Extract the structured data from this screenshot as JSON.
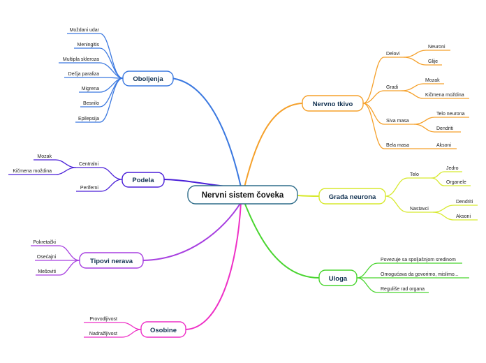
{
  "center": {
    "label": "Nervni sistem čoveka"
  },
  "colors": {
    "center": "#2f6d8a",
    "oboljenja": "#3a78e0",
    "podela": "#4a1fd8",
    "tipovi": "#a73fe0",
    "osobine": "#ee2fc6",
    "nervno": "#f5a02a",
    "gradja": "#d7e92e",
    "uloga": "#49d52f"
  },
  "branches": {
    "oboljenja": {
      "label": "Oboljenja",
      "items": [
        "Moždani udar",
        "Meningitis",
        "Multipla skleroza",
        "Dečja paraliza",
        "Migrena",
        "Besnilo",
        "Epilepsija"
      ]
    },
    "podela": {
      "label": "Podela",
      "centralni": {
        "label": "Centralni",
        "items": [
          "Mozak",
          "Kičmena moždina"
        ]
      },
      "periferni": {
        "label": "Periferni"
      }
    },
    "tipovi": {
      "label": "Tipovi nerava",
      "items": [
        "Pokretački",
        "Osećajni",
        "Mešoviti"
      ]
    },
    "osobine": {
      "label": "Osobine",
      "items": [
        "Provodljivost",
        "Nadražljivost"
      ]
    },
    "nervno": {
      "label": "Nervno tkivo",
      "delovi": {
        "label": "Delovi",
        "items": [
          "Neuroni",
          "Glije"
        ]
      },
      "gradi": {
        "label": "Gradi",
        "items": [
          "Mozak",
          "Kičmena moždina"
        ]
      },
      "siva": {
        "label": "Siva masa",
        "items": [
          "Telo neurona",
          "Dendriti"
        ]
      },
      "bela": {
        "label": "Bela masa",
        "items": [
          "Aksoni"
        ]
      }
    },
    "gradja": {
      "label": "Građa neurona",
      "telo": {
        "label": "Telo",
        "items": [
          "Jedro",
          "Organele"
        ]
      },
      "nastavci": {
        "label": "Nastavci",
        "items": [
          "Dendriti",
          "Aksoni"
        ]
      }
    },
    "uloga": {
      "label": "Uloga",
      "items": [
        "Povezuje sa spoljašnjom sredinom",
        "Omogućava da govorimo, mislimo...",
        "Reguliše rad organa"
      ]
    }
  }
}
